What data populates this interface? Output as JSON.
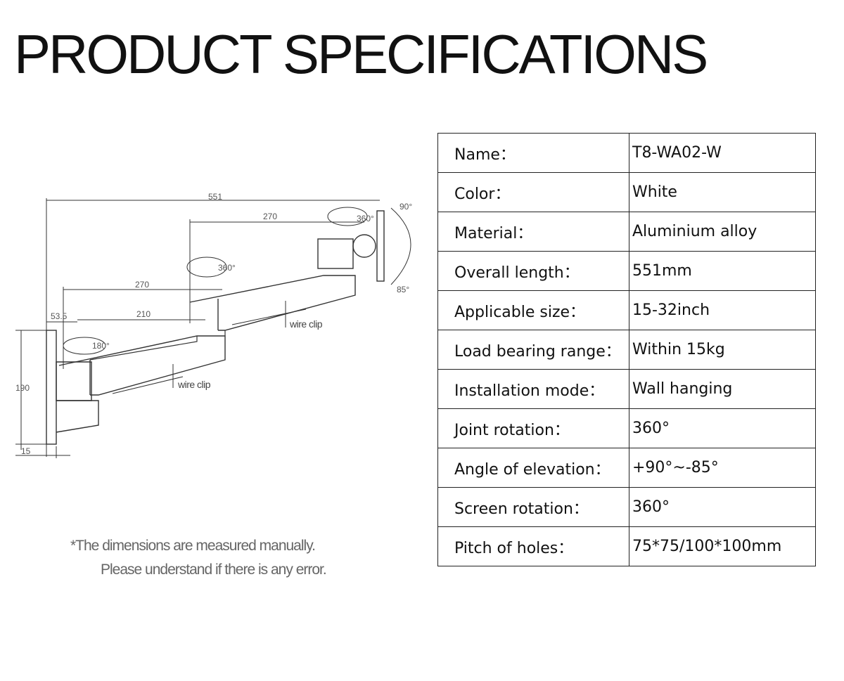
{
  "page": {
    "title": "PRODUCT SPECIFICATIONS",
    "note_line1": "*The dimensions are measured manually.",
    "note_line2": "Please understand if there is any error."
  },
  "diagram": {
    "dim_total": "551",
    "dim_upper_arm": "270",
    "dim_lower_arm": "270",
    "dim_lower_inner": "210",
    "dim_wall_offset": "53.5",
    "dim_height": "190",
    "dim_plate": "15",
    "rot_wall": "180°",
    "rot_elbow": "360°",
    "rot_head": "360°",
    "tilt_up": "90°",
    "tilt_down": "85°",
    "wire_clip_upper": "wire clip",
    "wire_clip_lower": "wire clip"
  },
  "specs": [
    {
      "label": "Name：",
      "value": "T8-WA02-W"
    },
    {
      "label": "Color：",
      "value": "White"
    },
    {
      "label": "Material：",
      "value": "Aluminium alloy"
    },
    {
      "label": "Overall length：",
      "value": "551mm"
    },
    {
      "label": "Applicable size：",
      "value": "15-32inch"
    },
    {
      "label": "Load bearing range：",
      "value": " Within 15kg"
    },
    {
      "label": "Installation mode：",
      "value": "Wall hanging"
    },
    {
      "label": "Joint rotation：",
      "value": "360°"
    },
    {
      "label": "Angle of elevation：",
      "value": "+90°~-85°"
    },
    {
      "label": "Screen rotation：",
      "value": "360°"
    },
    {
      "label": "Pitch of holes：",
      "value": "75*75/100*100mm"
    }
  ]
}
